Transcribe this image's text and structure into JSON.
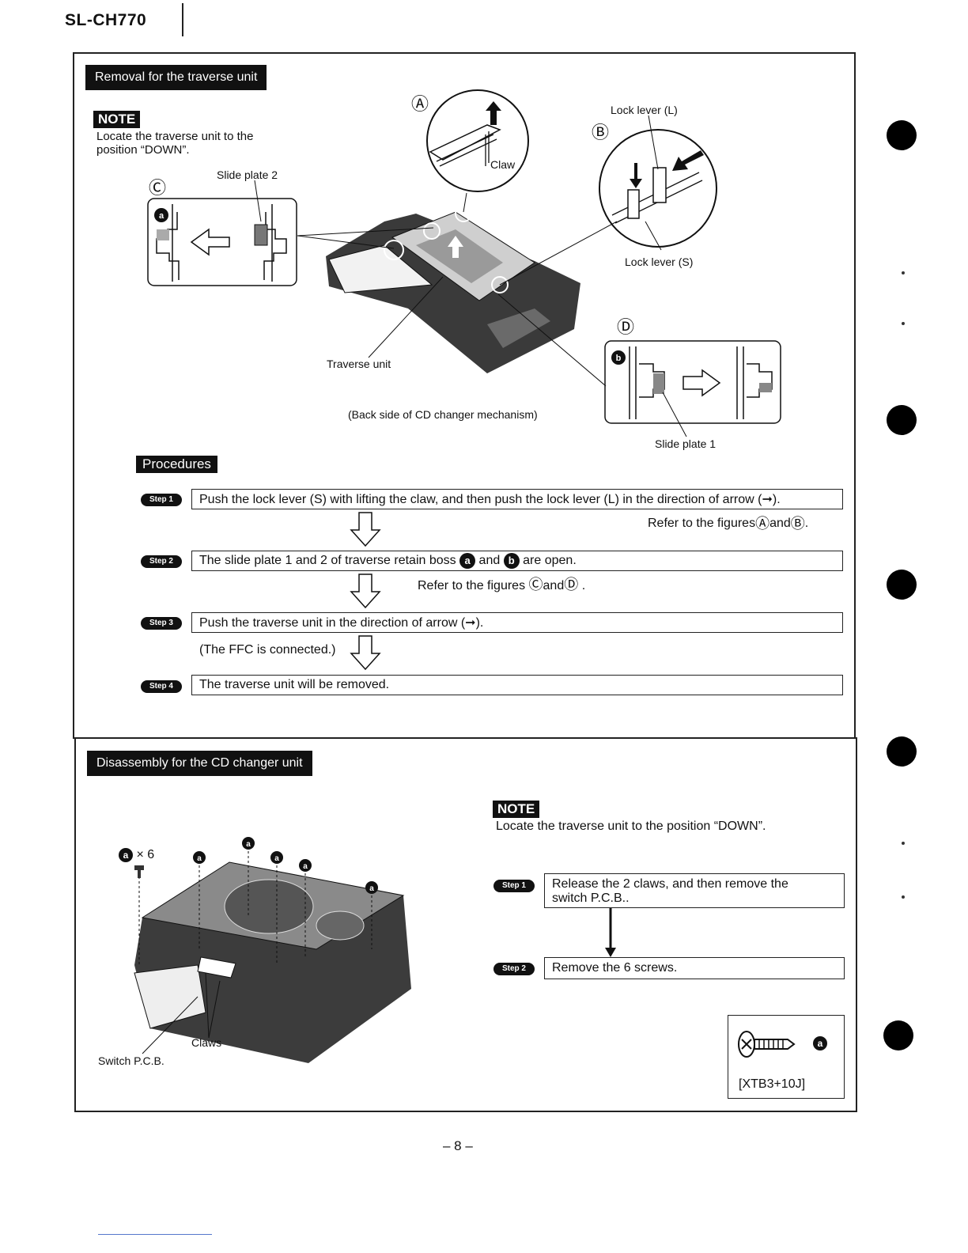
{
  "header": {
    "model": "SL-CH770"
  },
  "section1": {
    "title": "Removal for the traverse unit",
    "note_label": "NOTE",
    "note_line1": "Locate the traverse unit to the",
    "note_line2": "position “DOWN”.",
    "fig_a": "Ⓐ",
    "fig_b": "Ⓑ",
    "fig_c": "Ⓒ",
    "fig_d": "Ⓓ",
    "claw": "Claw",
    "lock_lever_l": "Lock lever (L)",
    "lock_lever_s": "Lock lever (S)",
    "slide_plate_2": "Slide plate 2",
    "slide_plate_1": "Slide plate 1",
    "traverse_unit": "Traverse unit",
    "caption": "(Back side of CD changer mechanism)",
    "boss_a": "a",
    "boss_b": "b",
    "procedures_label": "Procedures",
    "steps": [
      {
        "label": "Step 1",
        "text": "Push the lock lever (S) with lifting the claw, and then push the lock lever (L) in the direction of arrow (➞)."
      },
      {
        "label": "Step 2",
        "text_pre": "The slide plate 1 and 2 of traverse retain boss",
        "text_mid": "and",
        "text_post": "are open."
      },
      {
        "label": "Step 3",
        "text": "Push the traverse unit in the direction of arrow (➞)."
      },
      {
        "label": "Step 4",
        "text": "The traverse unit will be removed."
      }
    ],
    "refer1_pre": "Refer to the figures",
    "refer1_and": "and",
    "refer1_end": ".",
    "refer2_pre": "Refer to the figures",
    "refer2_and": "and",
    "refer2_end": ".",
    "ffc_note": "(The FFC is connected.)"
  },
  "section2": {
    "title": "Disassembly for the CD changer unit",
    "note_label": "NOTE",
    "note_text": "Locate the traverse unit to the position “DOWN”.",
    "screw_count": "× 6",
    "screw_letter": "a",
    "claws": "Claws",
    "switch_pcb": "Switch P.C.B.",
    "steps": [
      {
        "label": "Step 1",
        "line1": "Release the 2 claws, and then remove the",
        "line2": "switch P.C.B.."
      },
      {
        "label": "Step 2",
        "text": "Remove the 6 screws."
      }
    ],
    "screw_part": "[XTB3+10J]"
  },
  "footer": {
    "page": "– 8 –"
  }
}
